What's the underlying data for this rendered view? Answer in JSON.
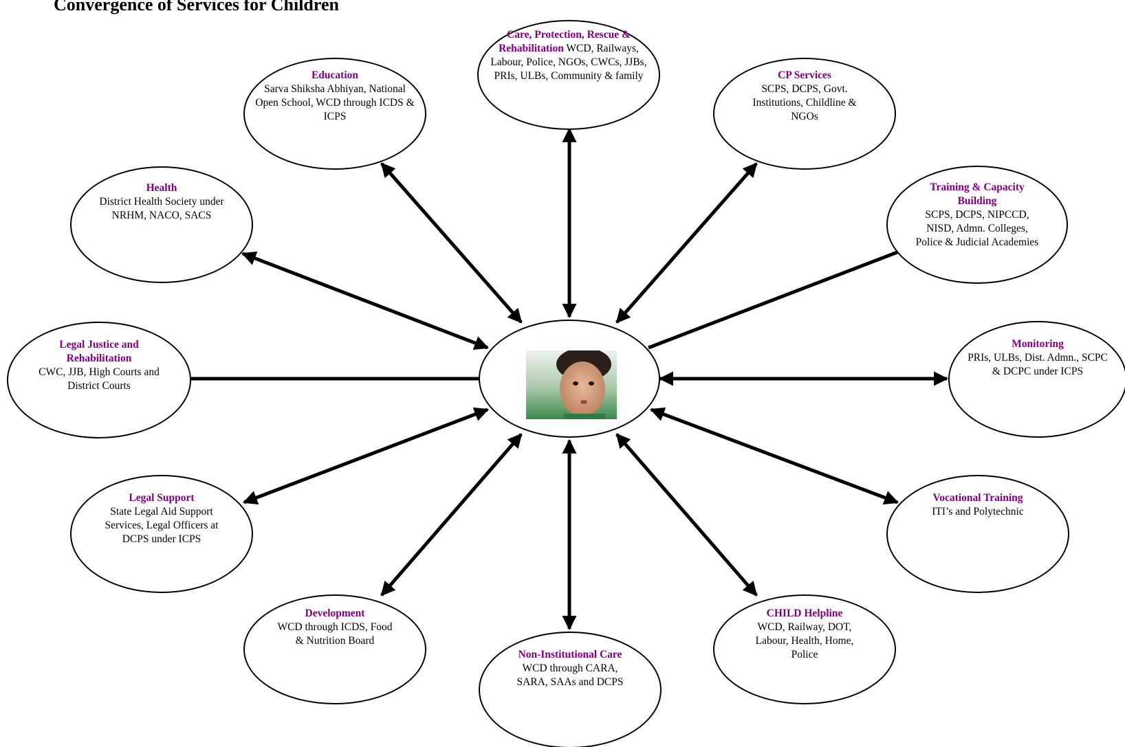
{
  "title": "Convergence of Services for Children",
  "center": {
    "image": "child-photo"
  },
  "nodes": [
    {
      "id": "care-protection",
      "title": "Care, Protection, Rescue & Rehabilitation",
      "desc": "WCD, Railways, Labour, Police, NGOs, CWCs, JJBs, PRIs, ULBs, Community & family"
    },
    {
      "id": "education",
      "title": "Education",
      "desc": "Sarva Shiksha Abhiyan, National Open School, WCD through ICDS & ICPS"
    },
    {
      "id": "cp-services",
      "title": "CP Services",
      "desc": "SCPS, DCPS, Govt. Institutions, Childline & NGOs"
    },
    {
      "id": "health",
      "title": "Health",
      "desc": "District Health Society under NRHM, NACO, SACS"
    },
    {
      "id": "training",
      "title": "Training & Capacity Building",
      "desc": "SCPS, DCPS, NIPCCD, NISD, Admn. Colleges, Police & Judicial Academies"
    },
    {
      "id": "legal-justice",
      "title": "Legal Justice and Rehabilitation",
      "desc": "CWC, JJB, High Courts and District Courts"
    },
    {
      "id": "monitoring",
      "title": "Monitoring",
      "desc": "PRIs, ULBs, Dist. Admn., SCPC & DCPC under ICPS"
    },
    {
      "id": "legal-support",
      "title": "Legal Support",
      "desc": "State Legal Aid Support Services, Legal Officers at DCPS under ICPS"
    },
    {
      "id": "vocational",
      "title": "Vocational Training",
      "desc": "ITI’s and Polytechnic"
    },
    {
      "id": "development",
      "title": "Development",
      "desc": "WCD through ICDS, Food & Nutrition Board"
    },
    {
      "id": "non-institutional",
      "title": "Non-Institutional Care",
      "desc": "WCD through CARA, SARA, SAAs and DCPS"
    },
    {
      "id": "child-helpline",
      "title": "CHILD Helpline",
      "desc": "WCD, Railway, DOT, Labour, Health, Home, Police"
    }
  ],
  "colors": {
    "title": "#800080",
    "text": "#000000",
    "stroke": "#000000"
  }
}
